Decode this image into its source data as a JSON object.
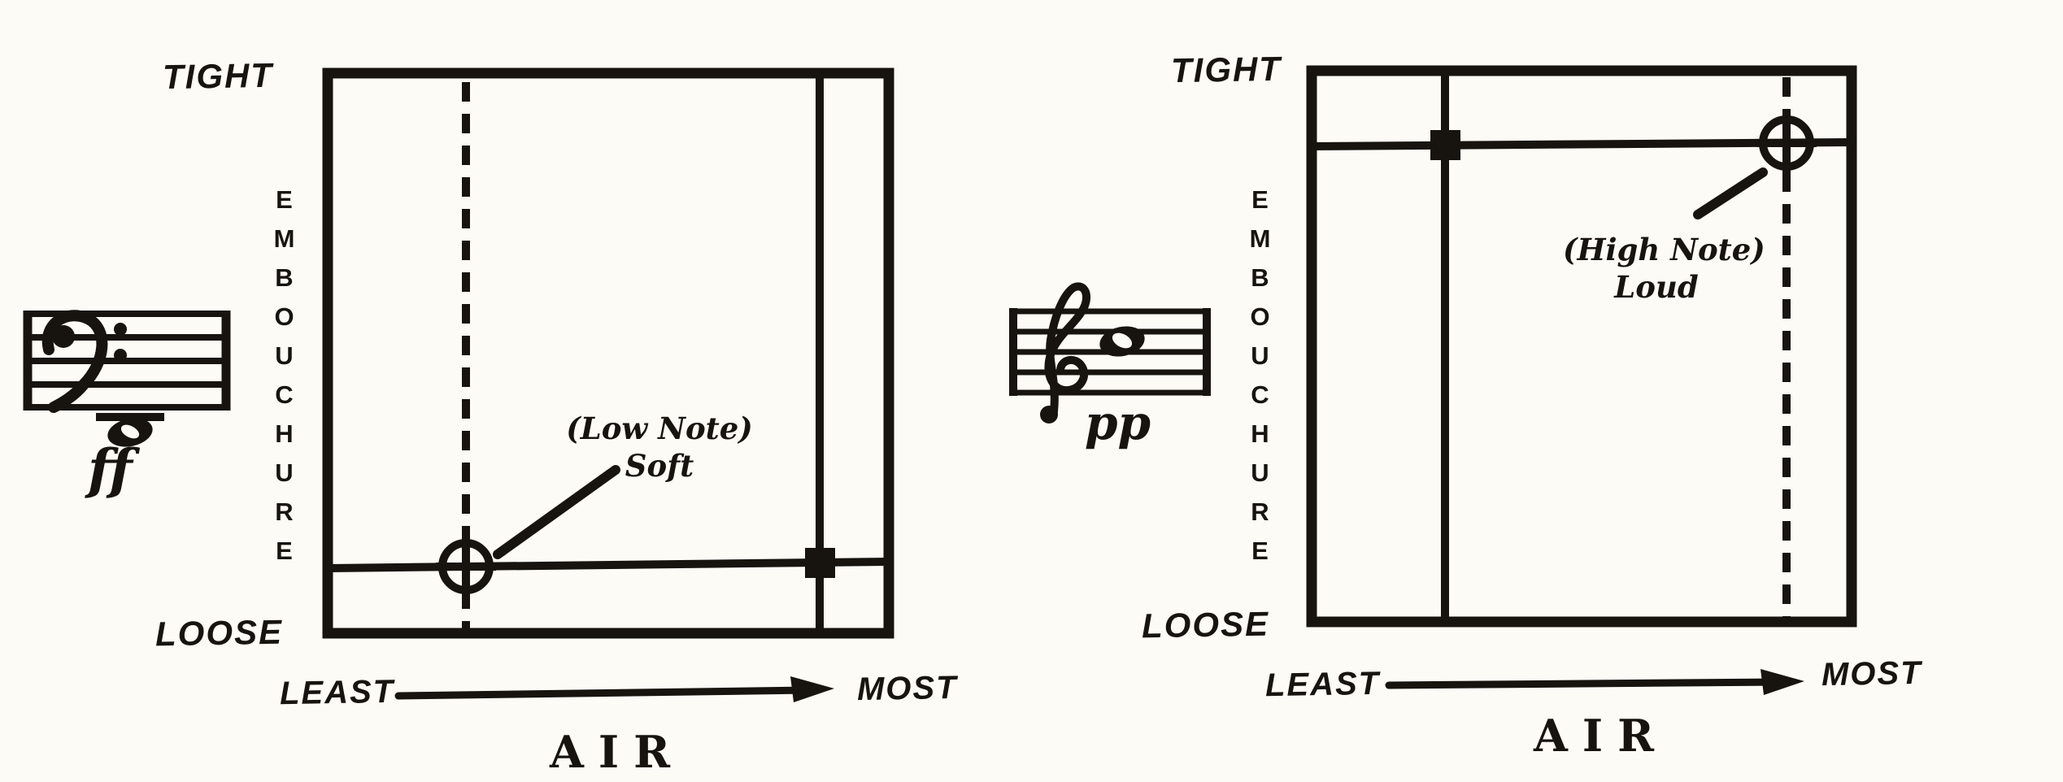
{
  "page": {
    "description": "Two hand-drawn embouchure-versus-air diagrams for brass playing, scanned from a book",
    "paper_color": "#fcfbf6",
    "ink_color": "#17140f"
  },
  "charts": [
    {
      "id": "left",
      "tight_label": "TIGHT",
      "loose_label": "LOOSE",
      "y_axis_label": "EMBOUCHURE",
      "least_label": "LEAST",
      "most_label": "MOST",
      "x_axis_label": "AIR",
      "annotation_line1": "(Low Note)",
      "annotation_line2": "Soft",
      "dynamic_marking": "ff",
      "clef": "bass-clef",
      "note": "whole note below bass staff (low note)",
      "circle_marker": {
        "air": "least (dashed line)",
        "embouchure": "loose",
        "meaning": "low note played soft"
      },
      "square_marker": {
        "air": "most (solid line)",
        "embouchure": "loose"
      }
    },
    {
      "id": "right",
      "tight_label": "TIGHT",
      "loose_label": "LOOSE",
      "y_axis_label": "EMBOUCHURE",
      "least_label": "LEAST",
      "most_label": "MOST",
      "x_axis_label": "AIR",
      "annotation_line1": "(High Note)",
      "annotation_line2": "Loud",
      "dynamic_marking": "pp",
      "clef": "treble-clef",
      "note": "whole note high on treble staff (high note)",
      "circle_marker": {
        "air": "most (dashed line)",
        "embouchure": "tight",
        "meaning": "high note played loud"
      },
      "square_marker": {
        "air": "least (solid line)",
        "embouchure": "tight"
      }
    }
  ]
}
